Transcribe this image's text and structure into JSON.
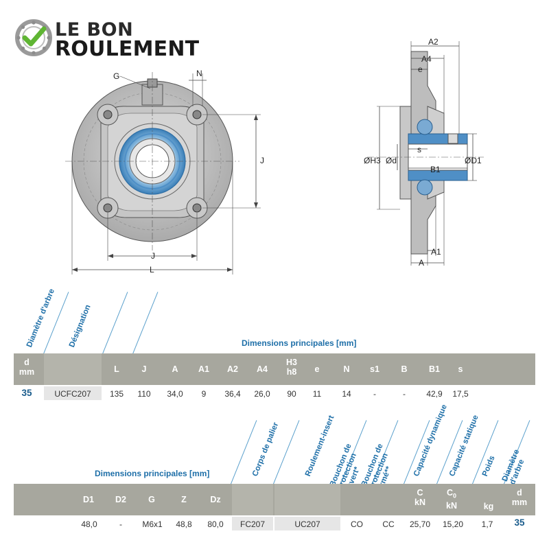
{
  "logo": {
    "line1": "LE BON",
    "line2": "ROULEMENT",
    "check_color": "#5fb533",
    "icon": "bearing-check-icon"
  },
  "front_view": {
    "labels": {
      "G": "G",
      "N": "N",
      "J_right": "J",
      "J_bottom": "J",
      "L": "L"
    }
  },
  "side_view": {
    "labels": {
      "A2": "A2",
      "A4": "A4",
      "e": "e",
      "H3": "ØH3",
      "d": "Ød",
      "s": "s",
      "B1": "B1",
      "D1": "ØD1",
      "A1": "A1",
      "A": "A"
    }
  },
  "table1": {
    "title": "Dimensions principales [mm]",
    "rotated_headers": [
      "Diamètre d'arbre",
      "Désignation"
    ],
    "headers": {
      "d": "d",
      "d_unit": "mm",
      "L": "L",
      "J": "J",
      "A": "A",
      "A1": "A1",
      "A2": "A2",
      "A4": "A4",
      "H3": "H3",
      "H3b": "h8",
      "e": "e",
      "N": "N",
      "s1": "s1",
      "B": "B",
      "B1": "B1",
      "s": "s"
    },
    "row": {
      "d": "35",
      "designation": "UCFC207",
      "L": "135",
      "J": "110",
      "A": "34,0",
      "A1": "9",
      "A2": "36,4",
      "A4": "26,0",
      "H3": "90",
      "e": "11",
      "N": "14",
      "s1": "-",
      "B": "-",
      "B1": "42,9",
      "s": "17,5"
    }
  },
  "table2": {
    "title": "Dimensions principales [mm]",
    "rotated_headers": [
      "Corps de palier",
      "Roulement-insert",
      "Bouchon de protection ouvert*",
      "Bouchon de protection fermé**",
      "Capacité dynamique",
      "Capacité statique",
      "Poids",
      "Diamètre d'arbre"
    ],
    "headers": {
      "D1": "D1",
      "D2": "D2",
      "G": "G",
      "Z": "Z",
      "Dz": "Dz",
      "C": "C",
      "C_unit": "kN",
      "C0": "C",
      "C0_sub": "0",
      "C0_unit": "kN",
      "kg": "kg",
      "d": "d",
      "d_unit": "mm"
    },
    "row": {
      "D1": "48,0",
      "D2": "-",
      "G": "M6x1",
      "Z": "48,8",
      "Dz": "80,0",
      "housing": "FC207",
      "insert": "UC207",
      "open_cap": "CO",
      "closed_cap": "CC",
      "C": "25,70",
      "C0": "15,20",
      "kg": "1,7",
      "d": "35"
    }
  }
}
